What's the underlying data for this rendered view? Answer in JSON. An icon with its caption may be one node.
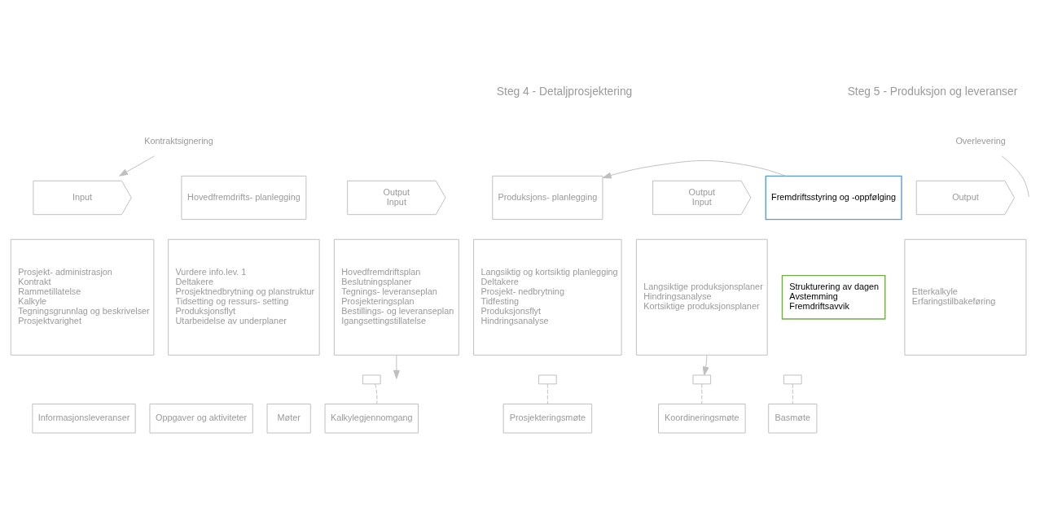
{
  "diagram": {
    "nodes": [
      {
        "text": [
          "Input"
        ]
      },
      {
        "text": [
          "Hovedfremdrifts- planlegging"
        ]
      },
      {
        "text": [
          "Output",
          "Input"
        ]
      },
      {
        "text": [
          "Produksjons- planlegging"
        ]
      },
      {
        "text": [
          "Output",
          "Input"
        ]
      },
      {
        "text": [
          "Fremdriftsstyring og -oppfølging"
        ]
      },
      {
        "text": [
          "Output"
        ]
      },
      {
        "text": [
          "Prosjekt- administrasjon",
          "Kontrakt",
          "Rammetillatelse",
          "Kalkyle",
          "Tegningsgrunnlag og beskrivelser",
          "Prosjektvarighet"
        ]
      },
      {
        "text": [
          "Vurdere info.lev. 1",
          "Deltakere",
          "Prosjektnedbrytning og planstruktur",
          "Tidsetting og ressurs- setting",
          "Produksjonsflyt",
          "Utarbeidelse av underplaner"
        ]
      },
      {
        "text": [
          "Hovedfremdriftsplan",
          "Beslutningsplaner",
          "Tegnings- leveranseplan",
          "Prosjekteringsplan",
          "Bestillings- og leveranseplan",
          "Igangsettingstillatelse"
        ]
      },
      {
        "text": [
          "Langsiktig og kortsiktig planlegging",
          "Deltakere",
          "Prosjekt- nedbrytning",
          "Tidfesting",
          "Produksjonsflyt",
          "Hindringsanalyse"
        ]
      },
      {
        "text": [
          "Langsiktige produksjonsplaner",
          "Hindringsanalyse",
          "Kortsiktige produksjonsplaner"
        ]
      },
      {
        "text": [
          "Strukturering av dagen",
          "Avstemming",
          "Fremdriftsavvik"
        ]
      },
      {
        "text": [
          "Etterkalkyle",
          "Erfaringstilbakeføring"
        ]
      },
      {
        "text": [
          "Informasjonsleveranser"
        ]
      },
      {
        "text": [
          "Oppgaver og aktiviteter"
        ]
      },
      {
        "text": [
          "Møter"
        ]
      },
      {
        "text": [
          "Kalkylegjennomgang"
        ]
      },
      {
        "text": [
          "Prosjekteringsmøte"
        ]
      },
      {
        "text": [
          "Koordineringsmøte"
        ]
      },
      {
        "text": [
          "Basmøte"
        ]
      },
      {
        "text": [],
        "shape": "box"
      },
      {
        "text": [],
        "shape": "box"
      },
      {
        "text": [],
        "shape": "box"
      },
      {
        "text": [],
        "shape": "box"
      },
      {
        "text": [
          "Kontraktsignering"
        ]
      },
      {
        "text": [
          "Overlevering"
        ]
      }
    ],
    "edges": [
      {
        "from": 25,
        "to": 0,
        "arrow": "to"
      },
      {
        "from": 26,
        "to": null,
        "arrow": "none"
      },
      {
        "from": 9,
        "to": null,
        "arrow": "to"
      },
      {
        "from": 11,
        "to": 23,
        "arrow": "to"
      },
      {
        "from": 5,
        "to": 3,
        "arrow": "to"
      },
      {
        "from": 21,
        "to": 17,
        "arrow": "none",
        "style": "dashed"
      },
      {
        "from": 22,
        "to": 18,
        "arrow": "none",
        "style": "dashed"
      },
      {
        "from": 23,
        "to": 19,
        "arrow": "none",
        "style": "dashed"
      },
      {
        "from": 24,
        "to": 20,
        "arrow": "none",
        "style": "dashed"
      }
    ],
    "labels": [
      "Steg 4 - Detaljprosjektering",
      "Steg 5 - Produksjon og leveranser"
    ]
  }
}
